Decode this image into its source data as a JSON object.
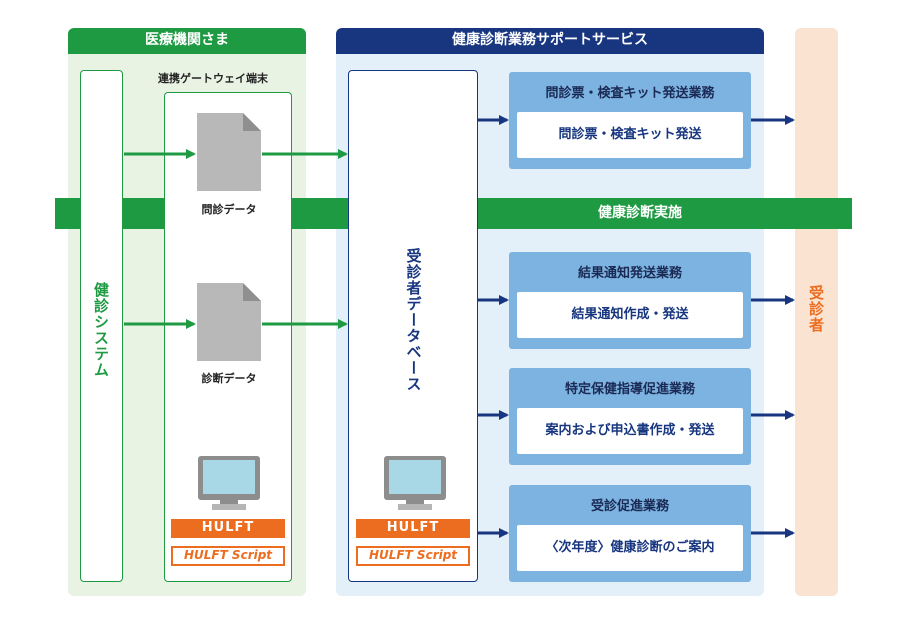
{
  "medical": {
    "header": "医療機関さま",
    "health_system": "健診システム",
    "gateway_label": "連携ゲートウェイ端末",
    "doc1": "問診データ",
    "doc2": "診断データ",
    "hulft": "HULFT",
    "hulft_script": "HULFT Script"
  },
  "service": {
    "header": "健康診断業務サポートサービス",
    "database": "受診者データベース",
    "hulft": "HULFT",
    "hulft_script": "HULFT Script",
    "tasks": [
      {
        "title": "問診票・検査キット発送業務",
        "inner": "問診票・検査キット発送"
      },
      {
        "title": "結果通知発送業務",
        "inner": "結果通知作成・発送"
      },
      {
        "title": "特定保健指導促進業務",
        "inner": "案内および申込書作成・発送"
      },
      {
        "title": "受診促進業務",
        "inner": "〈次年度〉健康診断のご案内"
      }
    ]
  },
  "band": "健康診断実施",
  "recipient": "受診者",
  "colors": {
    "green": "#1e9a43",
    "navy": "#17367f",
    "orange": "#ec6d1f",
    "task_blue": "#7db3e0"
  }
}
